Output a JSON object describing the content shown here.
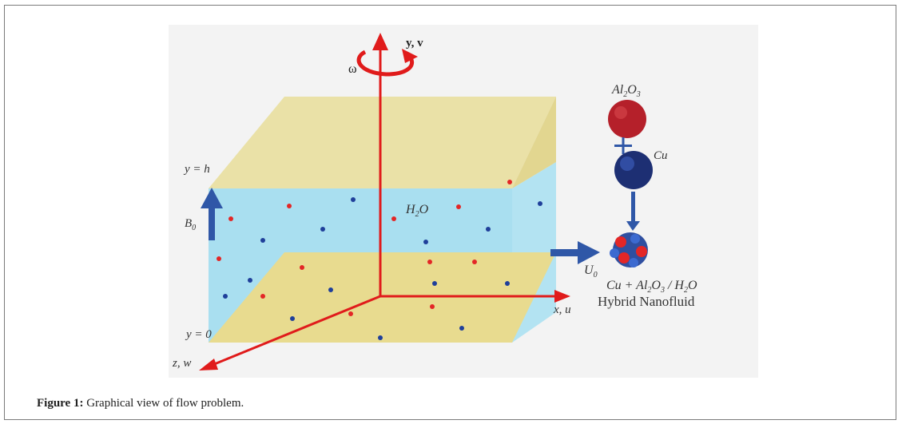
{
  "figure": {
    "labels": {
      "y_axis": "y, v",
      "omega": "ω",
      "y_top": "y = h",
      "y_bottom": "y = 0",
      "b0": "B",
      "b0_sub": "0",
      "z_axis": "z, w",
      "x_axis": "x, u",
      "h2o": "H",
      "h2o_sub": "2",
      "h2o_tail": "O",
      "u0": "U",
      "u0_sub": "0",
      "al2o3_a": "Al",
      "al2o3_sub1": "2",
      "al2o3_b": "O",
      "al2o3_sub2": "3",
      "plus": "+",
      "cu": "Cu",
      "mix_a": "Cu + Al",
      "mix_sub1": "2",
      "mix_b": "O",
      "mix_sub2": "3",
      "mix_c": " / H",
      "mix_sub3": "2",
      "mix_d": "O",
      "hybrid": "Hybrid Nanofluid"
    },
    "colors": {
      "axis": "#e01b1b",
      "fluid": "#a9dff0",
      "plate": "#e8dc97",
      "arrow_blue": "#2f57a7",
      "dot_red": "#e32626",
      "dot_blue": "#1f3f9a"
    }
  },
  "caption": {
    "label": "Figure 1:",
    "text": " Graphical view of flow problem."
  }
}
